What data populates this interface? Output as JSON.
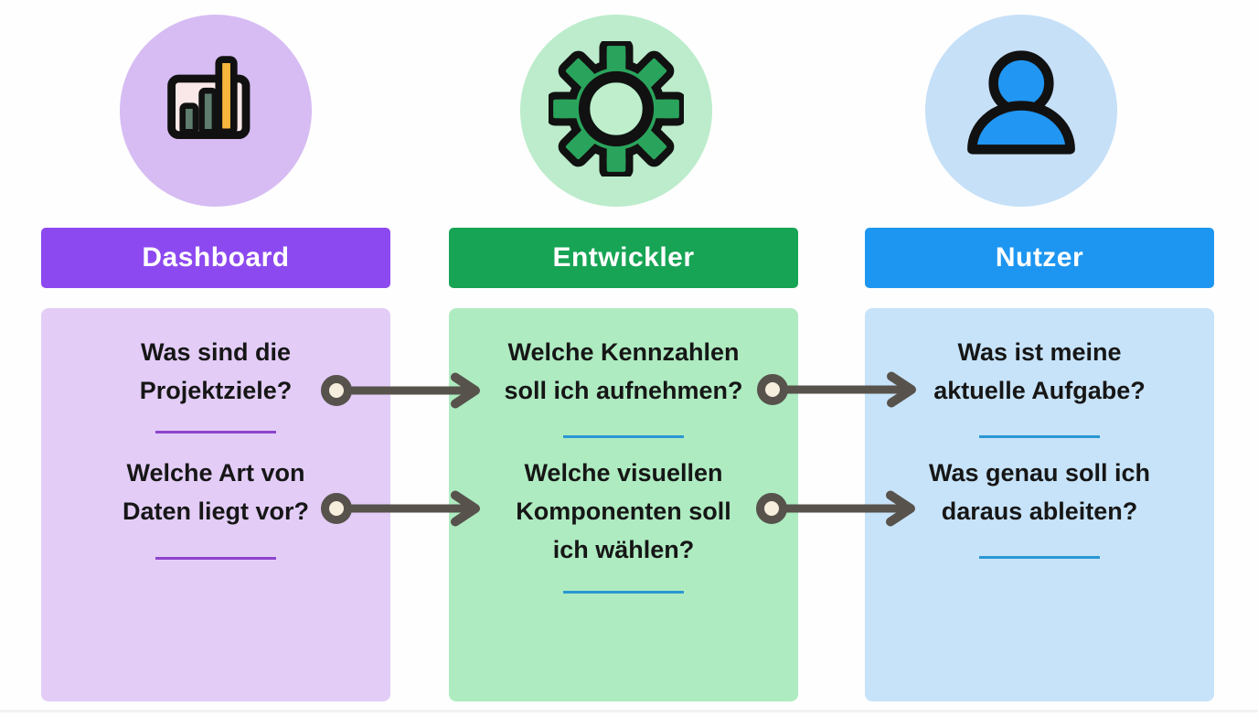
{
  "diagram_type": "three-column flow diagram (dashboard design roles)",
  "columns": [
    {
      "name": "Dashboard",
      "icon": "bar-chart-icon",
      "header_label": "Dashboard",
      "header_color": "#8d49f0",
      "panel_color": "#e3cdf7",
      "icon_circle_color": "#d6bcf3",
      "underline_color": "#8e44cc",
      "questions": [
        {
          "text": "Was sind die Projektziele?",
          "lines": [
            "Was sind die",
            "Projektziele?"
          ]
        },
        {
          "text": "Welche Art von Daten liegt vor?",
          "lines": [
            "Welche Art von",
            "Daten liegt vor?"
          ]
        }
      ]
    },
    {
      "name": "Entwickler",
      "icon": "gear-icon",
      "header_label": "Entwickler",
      "header_color": "#17a455",
      "panel_color": "#aeebc1",
      "icon_circle_color": "#bceccb",
      "underline_color": "#2b97d3",
      "questions": [
        {
          "text": "Welche Kennzahlen soll ich aufnehmen?",
          "lines": [
            "Welche Kennzahlen",
            "soll ich aufnehmen?"
          ]
        },
        {
          "text": "Welche visuellen Komponenten soll ich wählen?",
          "lines": [
            "Welche visuellen",
            "Komponenten soll",
            "ich wählen?"
          ]
        }
      ]
    },
    {
      "name": "Nutzer",
      "icon": "user-icon",
      "header_label": "Nutzer",
      "header_color": "#1d96f1",
      "panel_color": "#c7e3f9",
      "icon_circle_color": "#c6e0f8",
      "underline_color": "#2b97d3",
      "questions": [
        {
          "text": "Was ist meine aktuelle Aufgabe?",
          "lines": [
            "Was ist meine",
            "aktuelle Aufgabe?"
          ]
        },
        {
          "text": "Was genau soll ich daraus ableiten?",
          "lines": [
            "Was genau soll ich",
            "daraus ableiten?"
          ]
        }
      ]
    }
  ],
  "connectors": [
    {
      "from": "Dashboard: Was sind die Projektziele?",
      "to": "Entwickler: Welche Kennzahlen soll ich aufnehmen?"
    },
    {
      "from": "Entwickler: Welche Kennzahlen soll ich aufnehmen?",
      "to": "Nutzer: Was ist meine aktuelle Aufgabe?"
    },
    {
      "from": "Dashboard: Welche Art von Daten liegt vor?",
      "to": "Entwickler: Welche visuellen Komponenten soll ich wählen?"
    },
    {
      "from": "Entwickler: Welche visuellen Komponenten soll ich wählen?",
      "to": "Nutzer: Was genau soll ich daraus ableiten?"
    }
  ],
  "arrow_style": {
    "line_color": "#57524c",
    "dot_fill": "#f8eedd"
  },
  "icon_colors": {
    "bar_chart_frame_fill": "#fae8e8",
    "bar_chart_bar_dark": "#5e7d6d",
    "bar_chart_bar_yellow": "#f6b63c",
    "gear_fill": "#2aa45c",
    "user_fill": "#2196f3",
    "outline": "#111111"
  }
}
